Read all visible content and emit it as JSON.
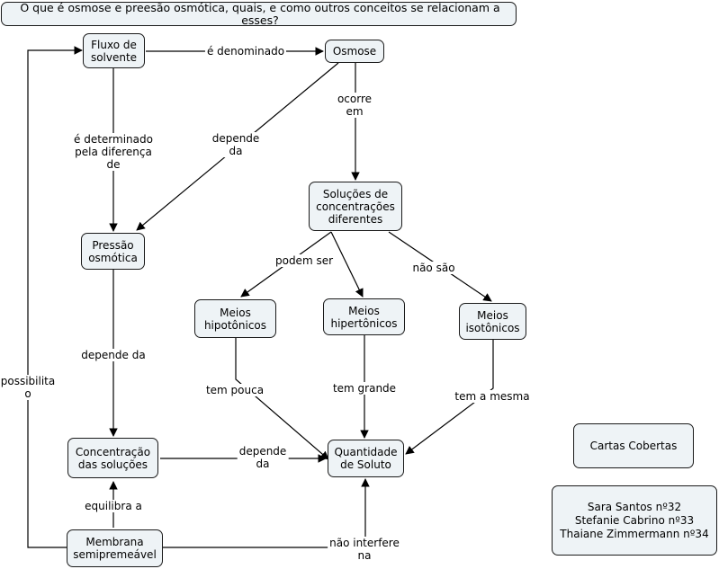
{
  "title": "O que é osmose e preesão osmótica, quais, e como outros conceitos se relacionam a esses?",
  "nodes": {
    "fluxo": "Fluxo de\nsolvente",
    "osmose": "Osmose",
    "solucoes": "Soluções de\nconcentrações\ndiferentes",
    "pressao": "Pressão\nosmótica",
    "hipo": "Meios\nhipotônicos",
    "hiper": "Meios\nhipertônicos",
    "iso": "Meios\nisotônicos",
    "concentracao": "Concentração\ndas soluções",
    "quantidade": "Quantidade\nde Soluto",
    "membrana": "Membrana\nsemipremeável",
    "cartas": "Cartas Cobertas",
    "autores": "Sara Santos nº32\nStefanie Cabrino nº33\nThaiane Zimmermann nº34"
  },
  "links": {
    "e_denominado": "é denominado",
    "ocorre_em": "ocorre\nem",
    "depende_da_osmose": "depende\nda",
    "e_determinado": "é determinado\npela diferença\nde",
    "podem_ser": "podem ser",
    "nao_sao": "não são",
    "depende_da_pressao": "depende da",
    "tem_pouca": "tem pouca",
    "tem_grande": "tem grande",
    "tem_a_mesma": "tem a mesma",
    "depende_da_concentracao": "depende\nda",
    "equilibra_a": "equilibra a",
    "nao_interfere": "não interfere\nna",
    "possibilita": "possibilita\no"
  },
  "colors": {
    "node_fill": "#eef3f6",
    "line": "#000000"
  }
}
